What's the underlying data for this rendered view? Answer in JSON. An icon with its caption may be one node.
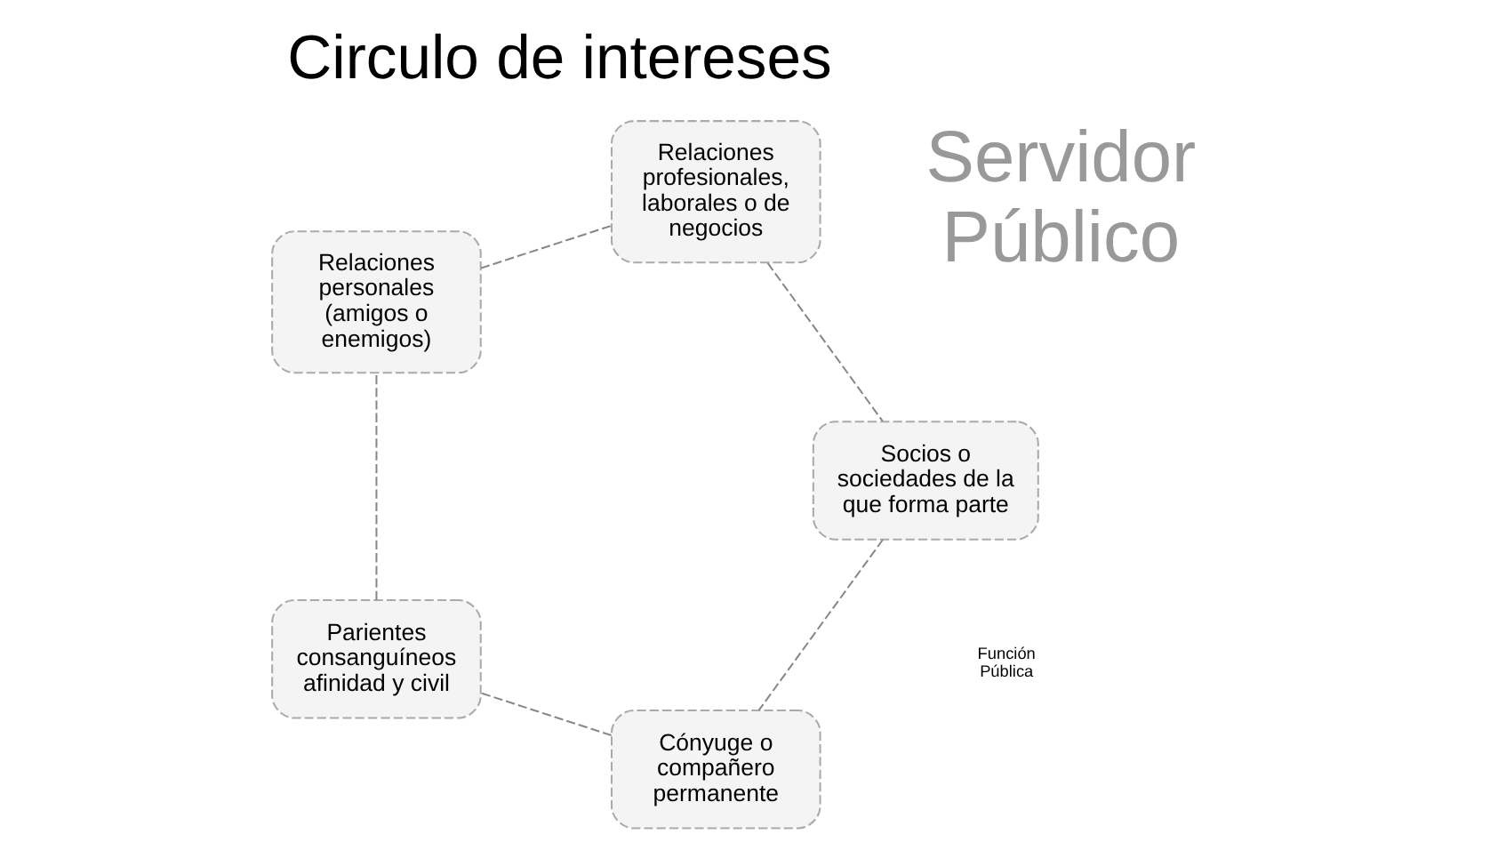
{
  "diagram": {
    "title": "Circulo de intereses",
    "nodes": [
      {
        "text": [
          "Cónyuge o compañero permanente"
        ]
      },
      {
        "text": [
          "Parientes consanguíneos afinidad y civil"
        ]
      },
      {
        "text": [
          "Relaciones personales (amigos o enemigos)"
        ]
      },
      {
        "text": [
          "Relaciones profesionales, laborales o de negocios"
        ]
      },
      {
        "text": [
          "Socios o sociedades de la que forma parte"
        ]
      }
    ],
    "edges": [
      {
        "from": 0,
        "to": 1,
        "arrow": "none",
        "style": "dashed"
      },
      {
        "from": 1,
        "to": 2,
        "arrow": "none",
        "style": "dashed"
      },
      {
        "from": 2,
        "to": 3,
        "arrow": "none",
        "style": "dashed"
      },
      {
        "from": 3,
        "to": 4,
        "arrow": "none",
        "style": "dashed"
      },
      {
        "from": 4,
        "to": 0,
        "arrow": "none",
        "style": "dashed"
      }
    ],
    "labels": [
      "Función Pública",
      "Servidor Público"
    ]
  }
}
